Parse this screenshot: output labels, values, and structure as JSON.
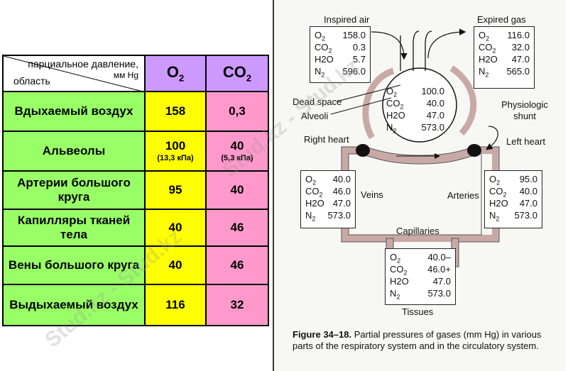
{
  "table": {
    "header": {
      "partial_pressure_label": "парциальное давление,",
      "unit": "мм Hg",
      "region_label": "область",
      "o2": "O2",
      "co2": "CO2"
    },
    "rows": [
      {
        "region": "Вдыхаемый воздух",
        "o2": "158",
        "o2_sub": "",
        "co2": "0,3",
        "co2_sub": ""
      },
      {
        "region": "Альвеолы",
        "o2": "100",
        "o2_sub": "(13,3 кПа)",
        "co2": "40",
        "co2_sub": "(5,3 кПа)"
      },
      {
        "region": "Артерии большого круга",
        "o2": "95",
        "o2_sub": "",
        "co2": "40",
        "co2_sub": ""
      },
      {
        "region": "Капилляры тканей тела",
        "o2": "40",
        "o2_sub": "",
        "co2": "46",
        "co2_sub": ""
      },
      {
        "region": "Вены большого круга",
        "o2": "40",
        "o2_sub": "",
        "co2": "46",
        "co2_sub": ""
      },
      {
        "region": "Выдыхаемый воздух",
        "o2": "116",
        "o2_sub": "",
        "co2": "32",
        "co2_sub": ""
      }
    ],
    "colors": {
      "region": "#99ff66",
      "o2": "#ffff00",
      "co2": "#ff99cc",
      "gas_header": "#cc99ff"
    }
  },
  "figure": {
    "labels": {
      "inspired_air": "Inspired air",
      "expired_gas": "Expired gas",
      "dead_space": "Dead space",
      "alveoli": "Alveoli",
      "physiologic_shunt": "Physiologic shunt",
      "right_heart": "Right heart",
      "left_heart": "Left heart",
      "veins": "Veins",
      "arteries": "Arteries",
      "capillaries": "Capillaries",
      "tissues": "Tissues"
    },
    "boxes": {
      "inspired": [
        [
          "O2",
          "158.0"
        ],
        [
          "CO2",
          "0.3"
        ],
        [
          "H2O",
          "5.7"
        ],
        [
          "N2",
          "596.0"
        ]
      ],
      "expired": [
        [
          "O2",
          "116.0"
        ],
        [
          "CO2",
          "32.0"
        ],
        [
          "H2O",
          "47.0"
        ],
        [
          "N2",
          "565.0"
        ]
      ],
      "alveoli": [
        [
          "O2",
          "100.0"
        ],
        [
          "CO2",
          "40.0"
        ],
        [
          "H2O",
          "47.0"
        ],
        [
          "N2",
          "573.0"
        ]
      ],
      "veins": [
        [
          "O2",
          "40.0"
        ],
        [
          "CO2",
          "46.0"
        ],
        [
          "H2O",
          "47.0"
        ],
        [
          "N2",
          "573.0"
        ]
      ],
      "arteries": [
        [
          "O2",
          "95.0"
        ],
        [
          "CO2",
          "40.0"
        ],
        [
          "H2O",
          "47.0"
        ],
        [
          "N2",
          "573.0"
        ]
      ],
      "tissues": [
        [
          "O2",
          "40.0–"
        ],
        [
          "CO2",
          "46.0+"
        ],
        [
          "H2O",
          "47.0"
        ],
        [
          "N2",
          "573.0"
        ]
      ]
    },
    "caption_bold": "Figure 34–18.",
    "caption_text": " Partial pressures of gases (mm Hg) in various parts of the respiratory system and in the circulatory system.",
    "vessel_color": "#c9a9a6"
  },
  "watermark": "Stud.kz - Stud.kz"
}
